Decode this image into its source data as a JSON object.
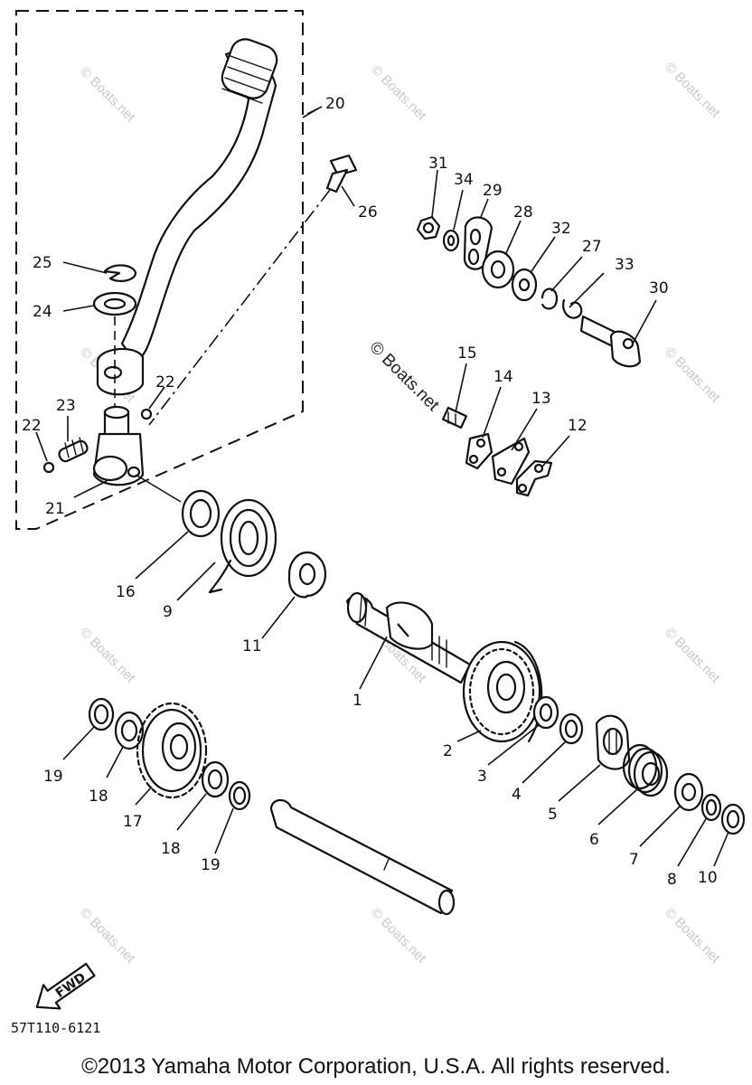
{
  "diagram": {
    "part_labels": [
      "1",
      "2",
      "3",
      "4",
      "5",
      "6",
      "7",
      "8",
      "9",
      "10",
      "11",
      "12",
      "13",
      "14",
      "15",
      "16",
      "17",
      "18",
      "18",
      "19",
      "19",
      "20",
      "21",
      "22",
      "22",
      "23",
      "24",
      "25",
      "26",
      "27",
      "28",
      "29",
      "30",
      "31",
      "32",
      "33",
      "34"
    ],
    "watermark": "© Boats.net",
    "fwd_label": "FWD",
    "part_code": "57T110-6121",
    "copyright": "©2013 Yamaha Motor Corporation, U.S.A. All rights reserved."
  }
}
